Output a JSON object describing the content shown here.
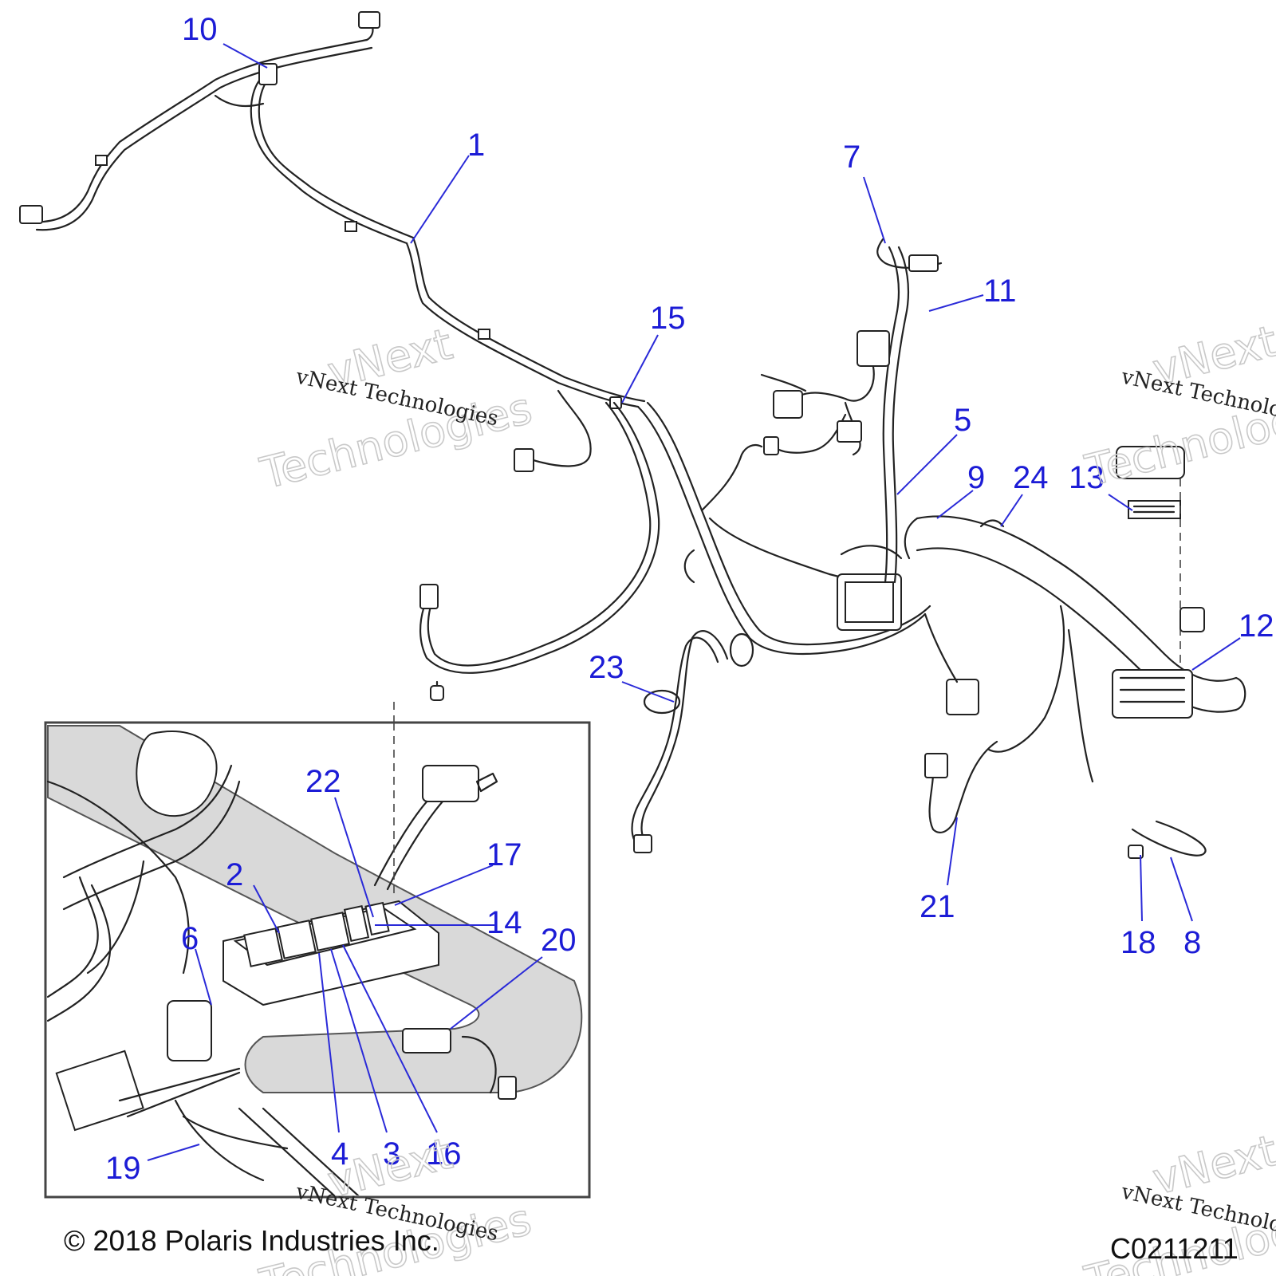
{
  "callouts": {
    "c1": "1",
    "c2": "2",
    "c3": "3",
    "c4": "4",
    "c5": "5",
    "c6": "6",
    "c7": "7",
    "c8": "8",
    "c9": "9",
    "c10": "10",
    "c11": "11",
    "c12": "12",
    "c13": "13",
    "c14": "14",
    "c15": "15",
    "c16": "16",
    "c17": "17",
    "c18": "18",
    "c19": "19",
    "c20": "20",
    "c21": "21",
    "c22": "22",
    "c23": "23",
    "c24": "24"
  },
  "watermark": {
    "company": "vNext Technologies",
    "word_top": "vNext",
    "word_bottom": "Technologies"
  },
  "footer": {
    "copyright": "© 2018 Polaris Industries Inc.",
    "drawing_id": "C0211211"
  },
  "colors": {
    "callout": "#1c1cd6",
    "line": "#222222",
    "shade": "#d9d9d9"
  }
}
